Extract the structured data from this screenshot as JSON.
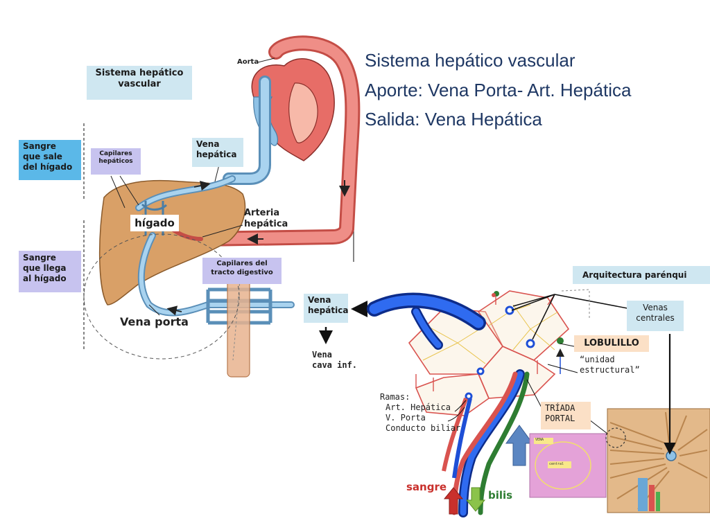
{
  "header": {
    "line1": "Sistema hepático vascular",
    "line2": "Aporte: Vena Porta- Art. Hepática",
    "line3": "Salida: Vena Hepática"
  },
  "left_figure": {
    "title_box_l1": "Sistema hepático",
    "title_box_l2": "vascular",
    "aorta": "Aorta",
    "out_blood_l1": "Sangre",
    "out_blood_l2": "que sale",
    "out_blood_l3": "del hígado",
    "in_blood_l1": "Sangre",
    "in_blood_l2": "que llega",
    "in_blood_l3": "al hígado",
    "hep_caps_l1": "Capilares",
    "hep_caps_l2": "hepáticos",
    "hep_vein_l1": "Vena",
    "hep_vein_l2": "hepática",
    "liver": "hígado",
    "artery_l1": "Arteria",
    "artery_l2": "hepática",
    "dig_caps_l1": "Capilares del",
    "dig_caps_l2": "tracto digestivo",
    "portal_vein": "Vena porta"
  },
  "right_figure": {
    "arch_title": "Arquitectura parénqui",
    "vh_l1": "Vena",
    "vh_l2": "hepática",
    "vci_l1": "Vena",
    "vci_l2": "cava inf.",
    "central_l1": "Venas",
    "central_l2": "centrales",
    "lobule": "LOBULILLO",
    "lobule_desc_l1": "“unidad",
    "lobule_desc_l2": "estructural”",
    "branches_title": "Ramas:",
    "branch1": "Art. Hepática",
    "branch2": "V. Porta",
    "branch3": "Conducto biliar",
    "triad_l1": "TRÍADA",
    "triad_l2": "PORTAL",
    "blood": "sangre",
    "bile": "bilis",
    "micro_l1": "VENA",
    "micro_l2": "central"
  },
  "colors": {
    "title_text": "#1f3864",
    "box_blue": "#5bb8e8",
    "box_lavender": "#c7c3ef",
    "box_lightblue": "#cfe7f1",
    "box_peach": "#fbe0c6",
    "artery_red": "#d9534f",
    "vein_blue": "#9ecae1",
    "liver_tan": "#d9a067",
    "portal_blue": "#1e4fd6",
    "bile_green": "#2e7d32"
  }
}
